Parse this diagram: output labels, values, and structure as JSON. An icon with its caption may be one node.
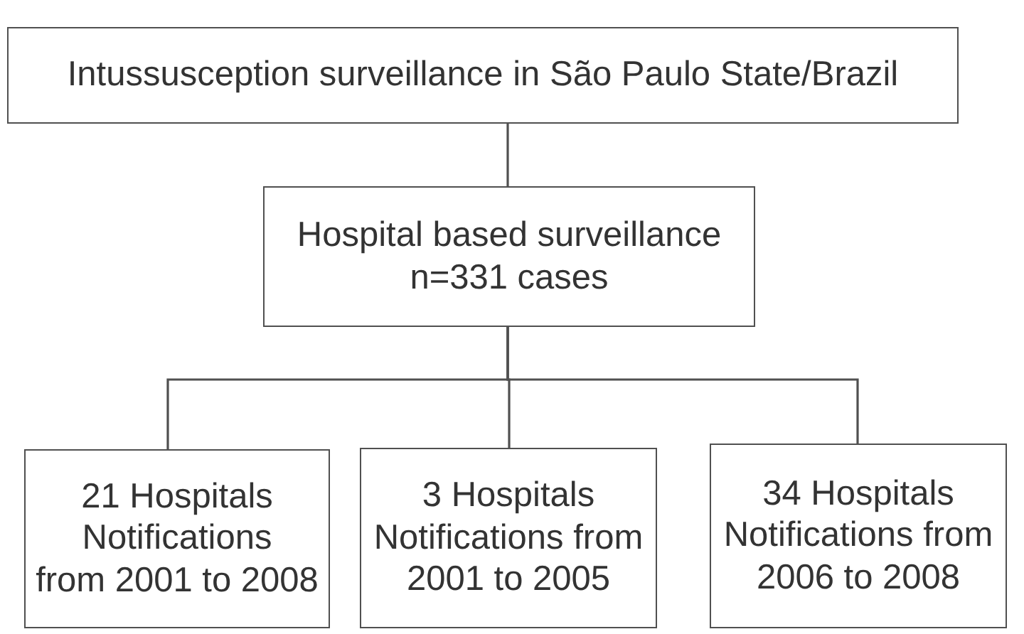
{
  "diagram": {
    "nodes": [
      {
        "text": [
          "Intussusception surveillance in São Paulo State/Brazil"
        ]
      },
      {
        "text": [
          "Hospital based surveillance",
          "n=331 cases"
        ]
      },
      {
        "text": [
          "21 Hospitals",
          "Notifications from 2001 to 2008"
        ]
      },
      {
        "text": [
          "3 Hospitals",
          "Notifications from 2001 to 2005"
        ]
      },
      {
        "text": [
          "34 Hospitals",
          "Notifications from 2006 to 2008"
        ]
      }
    ],
    "edges": [
      {
        "from": 0,
        "to": 1,
        "arrow": "none"
      },
      {
        "from": 1,
        "to": 2,
        "arrow": "none"
      },
      {
        "from": 1,
        "to": 3,
        "arrow": "none"
      },
      {
        "from": 1,
        "to": 4,
        "arrow": "none"
      }
    ]
  }
}
